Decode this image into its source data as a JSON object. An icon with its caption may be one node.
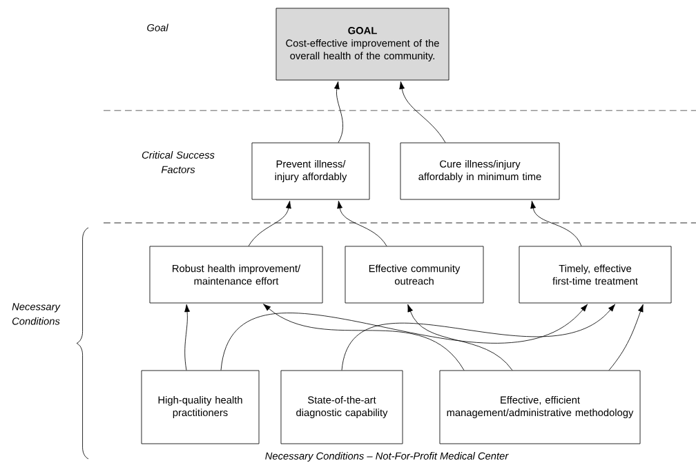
{
  "diagram": {
    "caption": "Necessary Conditions – Not-For-Profit Medical Center",
    "nodes": [
      {
        "text": [
          "GOAL",
          "Cost-effective improvement of the overall health of the community."
        ]
      },
      {
        "text": [
          "Prevent illness/ injury affordably"
        ]
      },
      {
        "text": [
          "Cure illness/injury affordably in minimum time"
        ]
      },
      {
        "text": [
          "Robust health improvement/ maintenance effort"
        ]
      },
      {
        "text": [
          "Effective community outreach"
        ]
      },
      {
        "text": [
          "Timely, effective first-time treatment"
        ]
      },
      {
        "text": [
          "High-quality health practitioners"
        ]
      },
      {
        "text": [
          "State-of-the-art diagnostic capability"
        ]
      },
      {
        "text": [
          "Effective, efficient management/administrative methodology"
        ]
      }
    ],
    "edges": [
      {
        "from": 1,
        "to": 0,
        "arrow": "to"
      },
      {
        "from": 2,
        "to": 0,
        "arrow": "to"
      },
      {
        "from": 3,
        "to": 1,
        "arrow": "to"
      },
      {
        "from": 4,
        "to": 1,
        "arrow": "to"
      },
      {
        "from": 5,
        "to": 2,
        "arrow": "to"
      },
      {
        "from": 6,
        "to": 3,
        "arrow": "to"
      },
      {
        "from": 6,
        "to": 5,
        "arrow": "to"
      },
      {
        "from": 7,
        "to": 5,
        "arrow": "to"
      },
      {
        "from": 8,
        "to": 3,
        "arrow": "to"
      },
      {
        "from": 8,
        "to": 4,
        "arrow": "to"
      },
      {
        "from": 8,
        "to": 5,
        "arrow": "to"
      }
    ],
    "labels": [
      "Goal",
      "Critical Success Factors",
      "Necessary Conditions"
    ]
  }
}
